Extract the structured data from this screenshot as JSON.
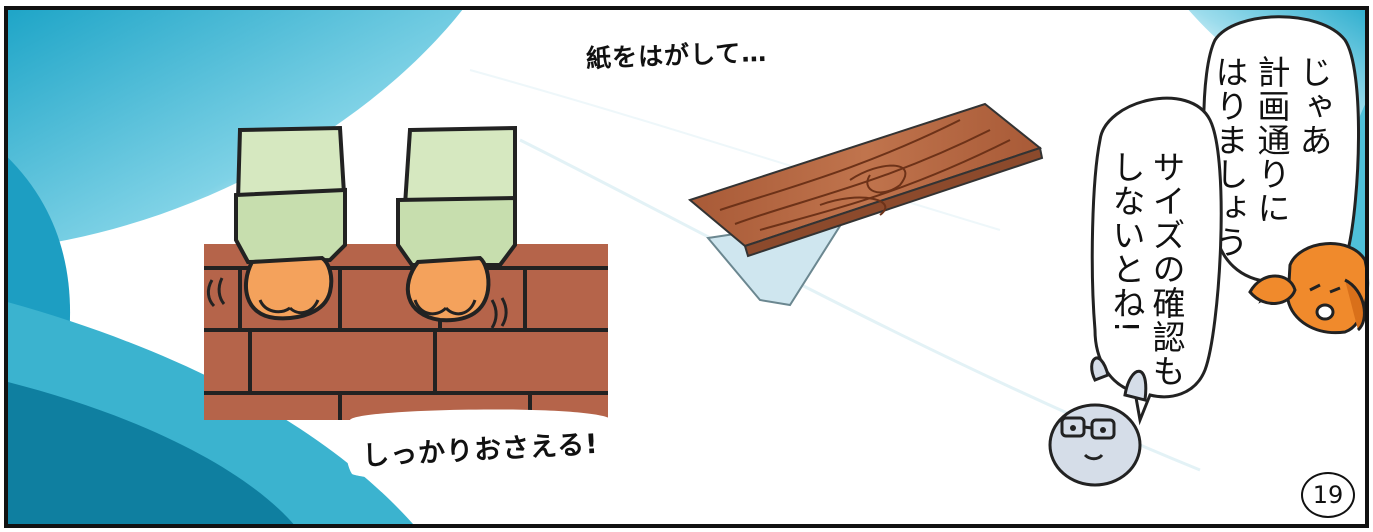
{
  "captions": {
    "top": "紙をはがして…",
    "bottom": "しっかりおさえる!"
  },
  "speech_bubbles": [
    {
      "speaker": "dog",
      "lines": [
        "じゃあ",
        "計画通りに",
        "はりましょう"
      ]
    },
    {
      "speaker": "rabbit",
      "lines": [
        "サイズの確認も",
        "しないとね!"
      ]
    }
  ],
  "page_number": "19",
  "colors": {
    "background_blue": "#3bb3cf",
    "brick": "#b5644a",
    "mortar": "#222222",
    "pants": "#d6e8c0",
    "paw": "#f4a25c",
    "wood": "#b86a45",
    "film": "#cfe6ef"
  }
}
